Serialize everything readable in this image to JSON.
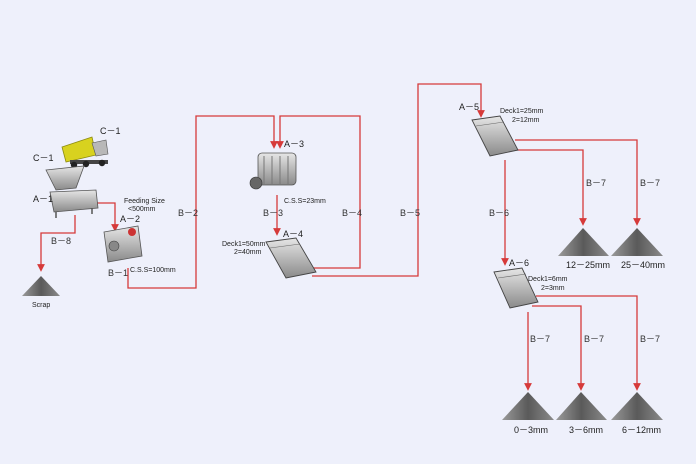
{
  "equipment": {
    "C1_truck": "C－1",
    "C1_hopper": "C－1",
    "A1": "A－1",
    "A2": "A－2",
    "A3": "A－3",
    "A4": "A－4",
    "A5": "A－5",
    "A6": "A－6"
  },
  "belts": {
    "B1": "B－1",
    "B2": "B－2",
    "B3": "B－3",
    "B4": "B－4",
    "B5": "B－5",
    "B6": "B－6",
    "B7": "B－7",
    "B8": "B－8"
  },
  "notes": {
    "feeding_line1": "Feeding Size",
    "feeding_line2": "<500mm",
    "css_jaw": "C.S.S=100mm",
    "css_cone": "C.S.S=23mm",
    "a4_deck1": "Deck1=50mm",
    "a4_deck2": "2=40mm",
    "a5_deck1": "Deck1=25mm",
    "a5_deck2": "2=12mm",
    "a6_deck1": "Deck1=6mm",
    "a6_deck2": "2=3mm"
  },
  "products": {
    "scrap": "Scrap",
    "p1": "12－25mm",
    "p2": "25－40mm",
    "p3": "0－3mm",
    "p4": "3－6mm",
    "p5": "6－12mm"
  },
  "colors": {
    "background": "#eef0fb",
    "line": "#d63a3a",
    "truck_body": "#d8d21f",
    "pile": "#6f6f6f"
  }
}
